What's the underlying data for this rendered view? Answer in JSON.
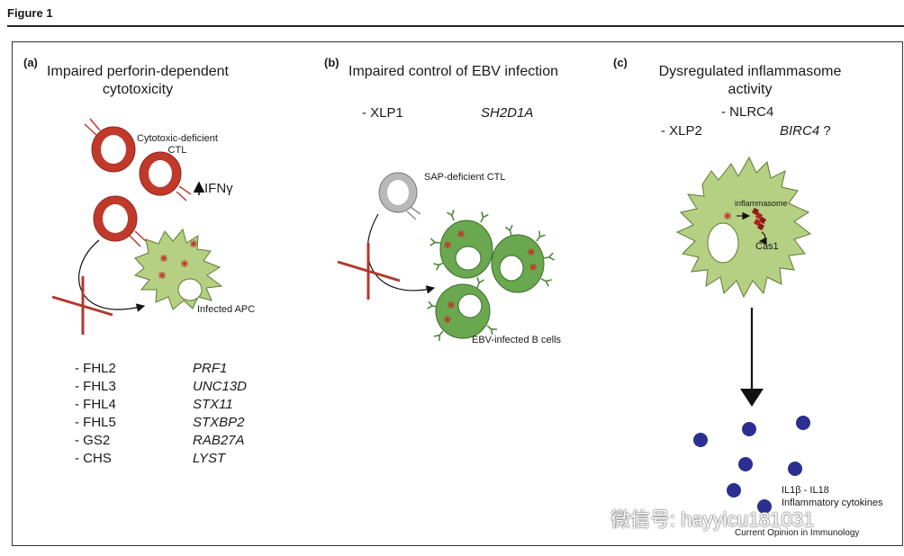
{
  "figure_title": "Figure 1",
  "panel_a": {
    "label": "(a)",
    "heading_line1": "Impaired perforin-dependent",
    "heading_line2": "cytotoxicity",
    "ctl_label_line1": "Cytotoxic-deficient",
    "ctl_label_line2": "CTL",
    "ifn_label": "IFNγ",
    "apc_label": "Infected APC",
    "diseases": [
      "- FHL2",
      "- FHL3",
      "- FHL4",
      "- FHL5",
      "- GS2",
      "- CHS"
    ],
    "genes": [
      "PRF1",
      "UNC13D",
      "STX11",
      "STXBP2",
      "RAB27A",
      "LYST"
    ]
  },
  "panel_b": {
    "label": "(b)",
    "heading": "Impaired control of EBV infection",
    "disease": "- XLP1",
    "gene": "SH2D1A",
    "ctl_label": "SAP-deficient CTL",
    "bcell_label": "EBV-infected B cells"
  },
  "panel_c": {
    "label": "(c)",
    "heading_line1": "Dysregulated inflammasome",
    "heading_line2": "activity",
    "disease1": "- NLRC4",
    "disease2": "- XLP2",
    "gene2": "BIRC4",
    "gene2_suffix": "?",
    "inflammasome_label": "inflammasome",
    "cas1_label": "Cas1",
    "cytokine_line1": "IL1β - IL18",
    "cytokine_line2": "Inflammatory cytokines"
  },
  "source": "Current Opinion in Immunology",
  "watermark": "微信号: hayyicu181031",
  "colors": {
    "ctl_red": "#c0392b",
    "apc_green": "#b5cf83",
    "bcell_green": "#6aa84f",
    "receptor_green": "#4e8a3a",
    "cytokine_blue": "#2b2f8f",
    "sap_grey": "#b8b8b8"
  }
}
